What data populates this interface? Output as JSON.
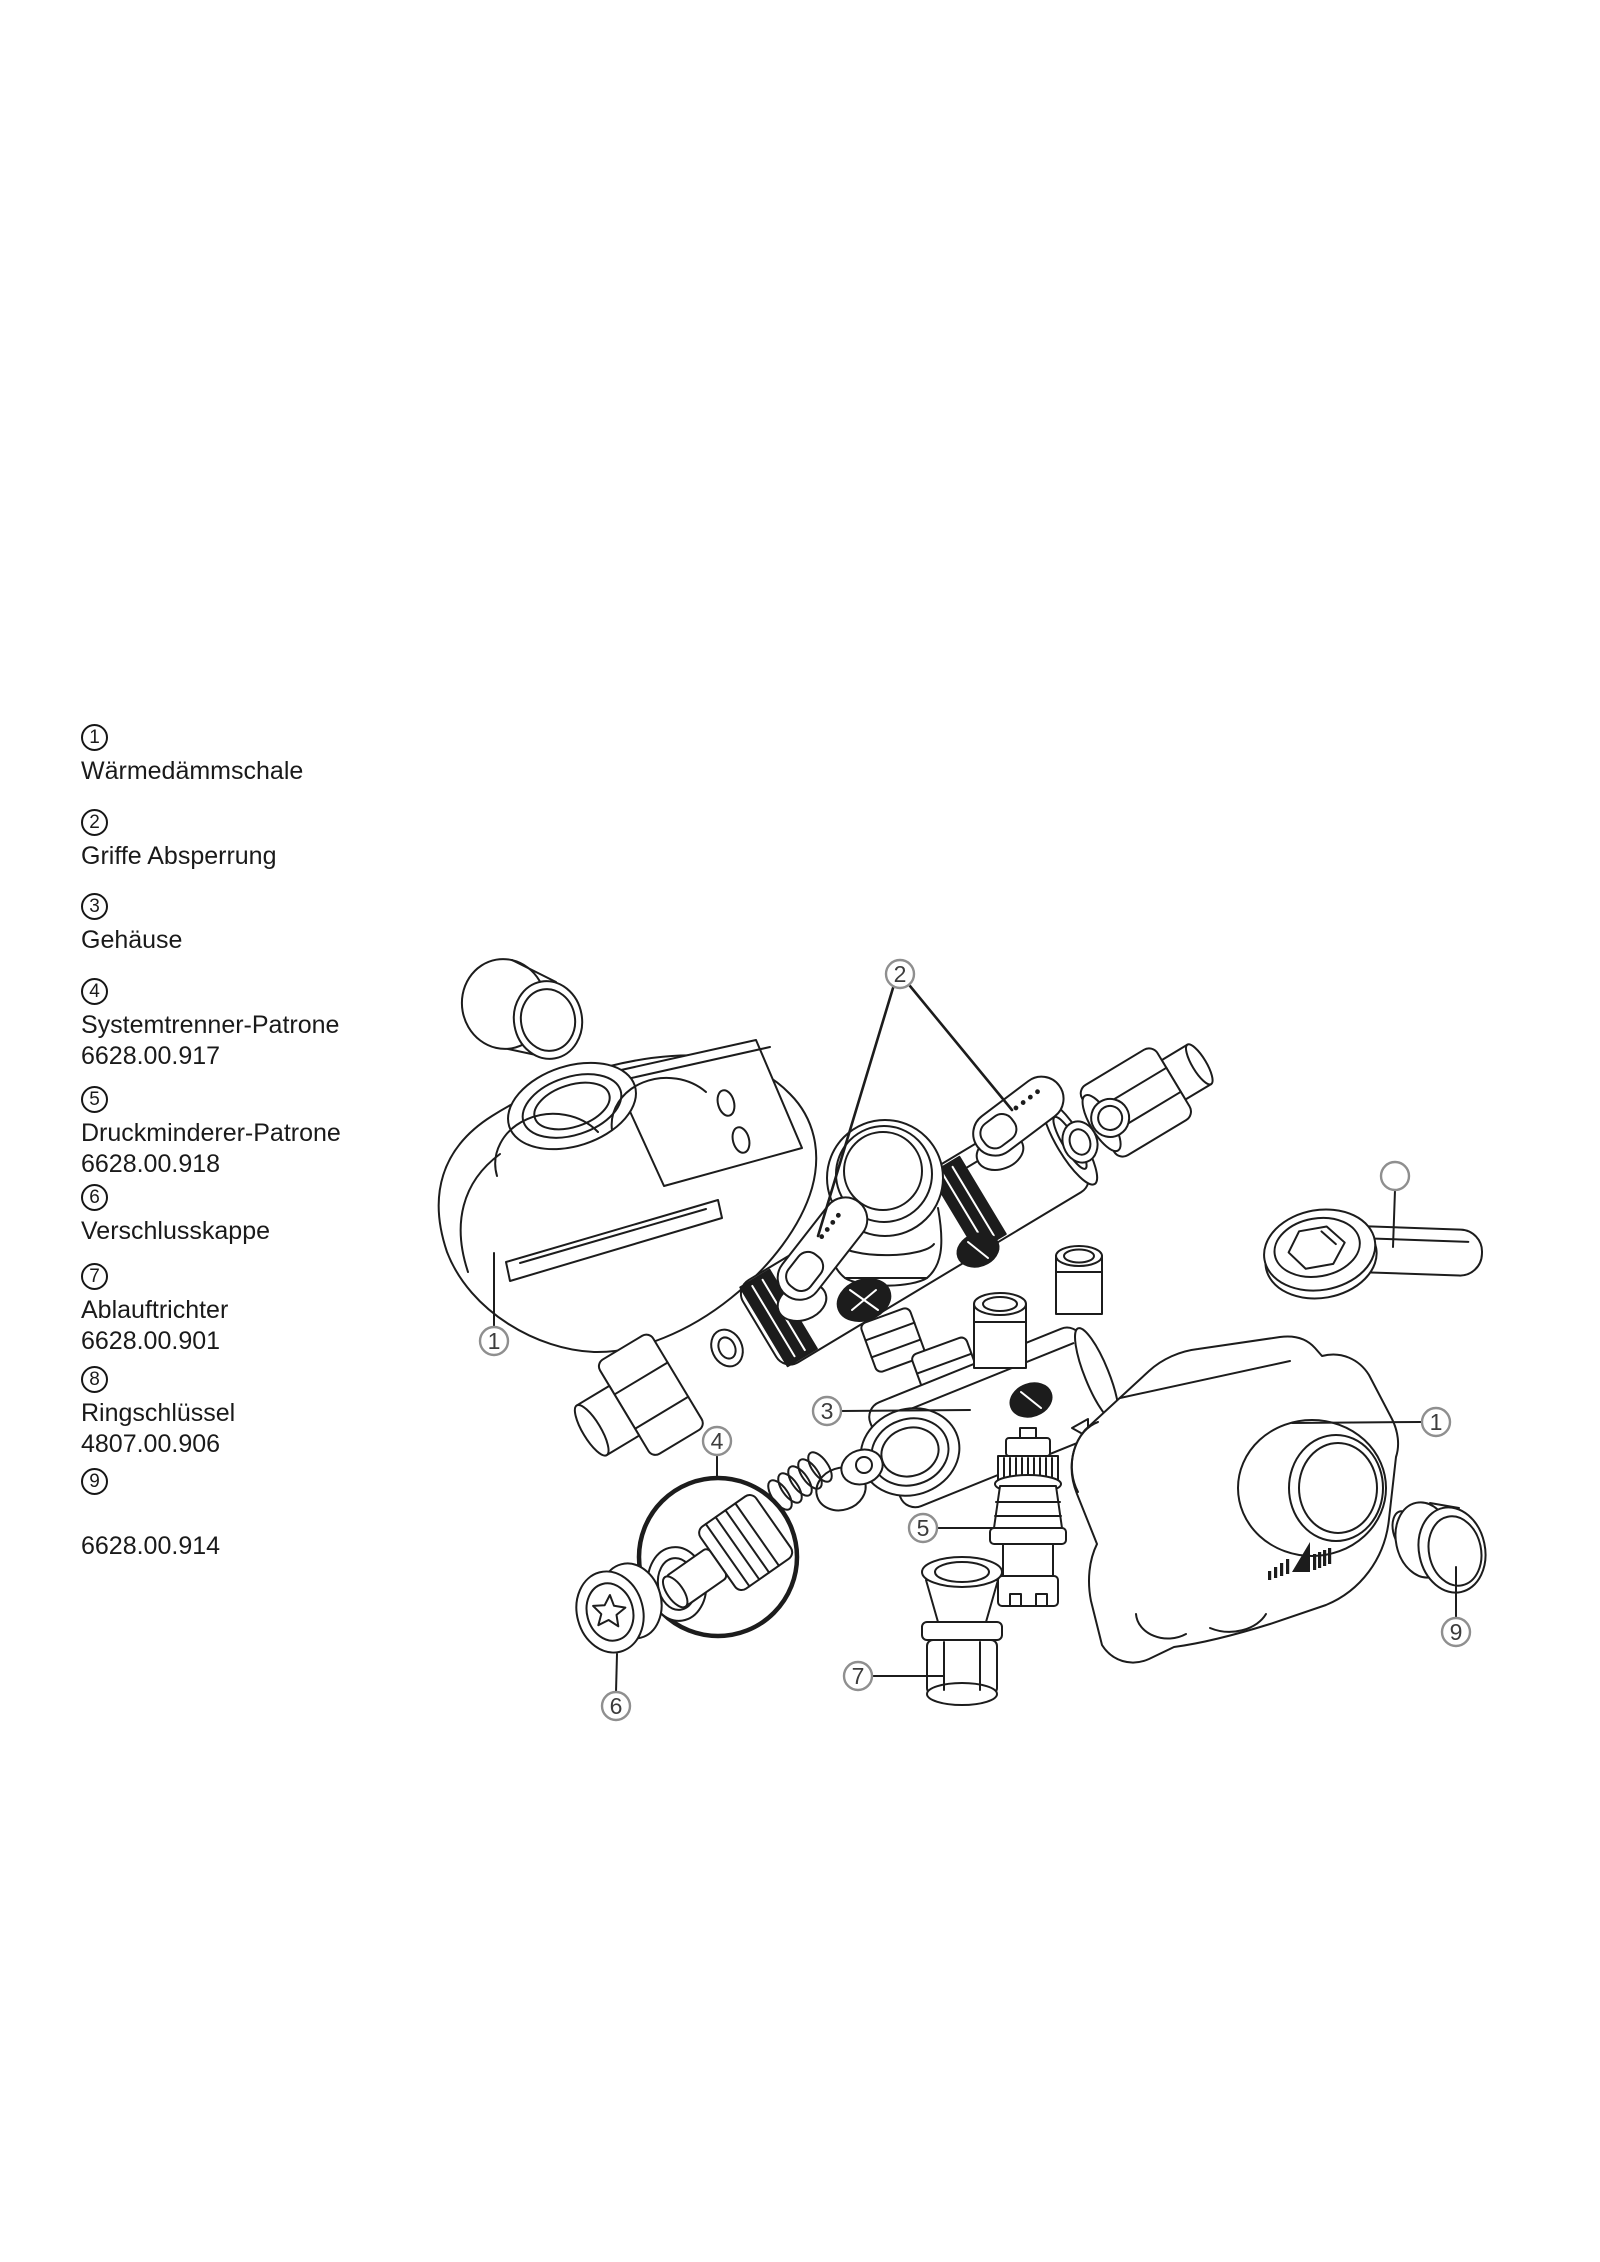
{
  "page": {
    "background": "#ffffff"
  },
  "parts_list": {
    "items": [
      {
        "num": "1",
        "name": "Wärmedämmschale",
        "code": ""
      },
      {
        "num": "2",
        "name": "Griffe Absperrung",
        "code": ""
      },
      {
        "num": "3",
        "name": "Gehäuse",
        "code": ""
      },
      {
        "num": "4",
        "name": "Systemtrenner-Patrone",
        "code": "6628.00.917"
      },
      {
        "num": "5",
        "name": "Druckminderer-Patrone",
        "code": "6628.00.918"
      },
      {
        "num": "6",
        "name": "Verschlusskappe",
        "code": ""
      },
      {
        "num": "7",
        "name": "Ablauftrichter",
        "code": "6628.00.901"
      },
      {
        "num": "8",
        "name": "Ringschlüssel",
        "code": "4807.00.906"
      },
      {
        "num": "9",
        "name": "",
        "code": "6628.00.914"
      }
    ]
  },
  "diagram": {
    "callouts": [
      {
        "id": "callout-2",
        "label": "2"
      },
      {
        "id": "callout-1-left",
        "label": "1"
      },
      {
        "id": "callout-3",
        "label": "3"
      },
      {
        "id": "callout-4",
        "label": "4"
      },
      {
        "id": "callout-5",
        "label": "5"
      },
      {
        "id": "callout-6",
        "label": "6"
      },
      {
        "id": "callout-7",
        "label": "7"
      },
      {
        "id": "callout-1-right",
        "label": "1"
      },
      {
        "id": "callout-9",
        "label": "9"
      },
      {
        "id": "callout-wrench-empty",
        "label": ""
      }
    ],
    "colors": {
      "line": "#1c1c1c",
      "callout_stroke": "#8f8f8f",
      "callout_text": "#3c3c3c",
      "background": "#ffffff"
    }
  }
}
